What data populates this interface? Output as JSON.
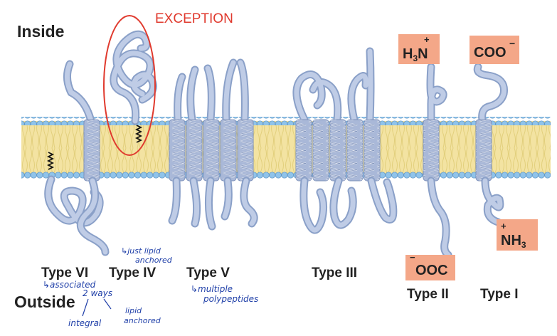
{
  "regions": {
    "inside": "Inside",
    "outside": "Outside"
  },
  "highlight": {
    "label": "EXCEPTION",
    "color": "#e03a2e"
  },
  "termini": {
    "type2_n": {
      "base": "H",
      "sub": "3",
      "tail": "N",
      "sup": "+"
    },
    "type2_c": {
      "sup": "−",
      "text": "OOC"
    },
    "type1_c": {
      "text": "COO",
      "sup": "−"
    },
    "type1_n": {
      "sup": "+",
      "text": "NH",
      "sub": "3"
    }
  },
  "types": {
    "vi": "Type VI",
    "iv": "Type IV",
    "v": "Type V",
    "iii": "Type III",
    "ii": "Type II",
    "i": "Type I"
  },
  "notes": {
    "iv_note_1": "↳just lipid",
    "iv_note_2": "anchored",
    "vi_note_1": "↳associated",
    "vi_note_2": "2 ways",
    "vi_note_3": "integral",
    "vi_note_4": "lipid",
    "vi_note_5": "anchored",
    "v_note_1": "↳multiple",
    "v_note_2": "polypeptides"
  },
  "colors": {
    "membrane_core": "#f3e3a2",
    "head_group": "#8fc3ea",
    "protein": "#8aa0c8",
    "terminus_box": "#f4a788",
    "annotation_ink": "#1f3fa8"
  }
}
